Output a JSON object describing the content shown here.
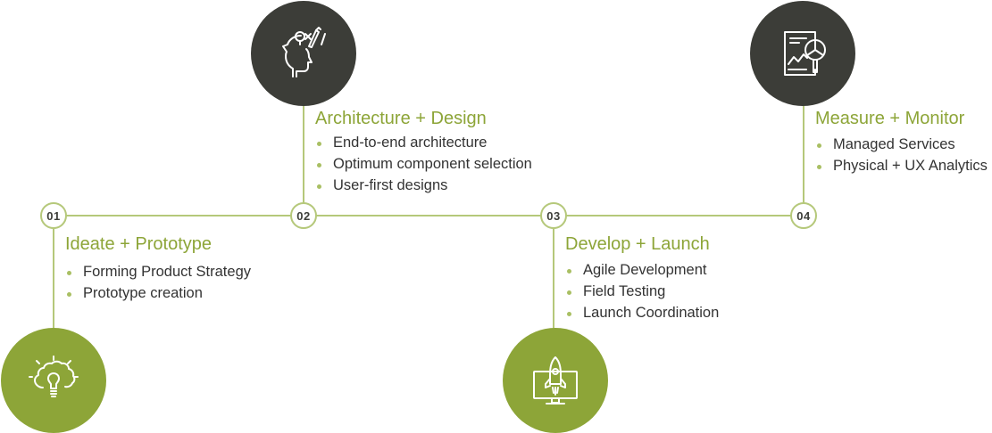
{
  "steps": [
    {
      "number": "01",
      "title": "Ideate + Prototype",
      "items": [
        "Forming Product Strategy",
        "Prototype creation"
      ],
      "icon": "brain-lightbulb-icon",
      "icon_color": "#8da538"
    },
    {
      "number": "02",
      "title": "Architecture + Design",
      "items": [
        "End-to-end architecture",
        "Optimum component selection",
        "User-first designs"
      ],
      "icon": "head-creative-tools-icon",
      "icon_color": "#3c3d38"
    },
    {
      "number": "03",
      "title": "Develop + Launch",
      "items": [
        "Agile Development",
        "Field Testing",
        "Launch Coordination"
      ],
      "icon": "rocket-monitor-icon",
      "icon_color": "#8da538"
    },
    {
      "number": "04",
      "title": "Measure + Monitor",
      "items": [
        "Managed Services",
        "Physical + UX Analytics"
      ],
      "icon": "report-magnifier-chart-icon",
      "icon_color": "#3c3d38"
    }
  ],
  "colors": {
    "accent": "#8da538",
    "dark": "#3c3d38",
    "line": "#b5c87a",
    "text": "#333333"
  }
}
